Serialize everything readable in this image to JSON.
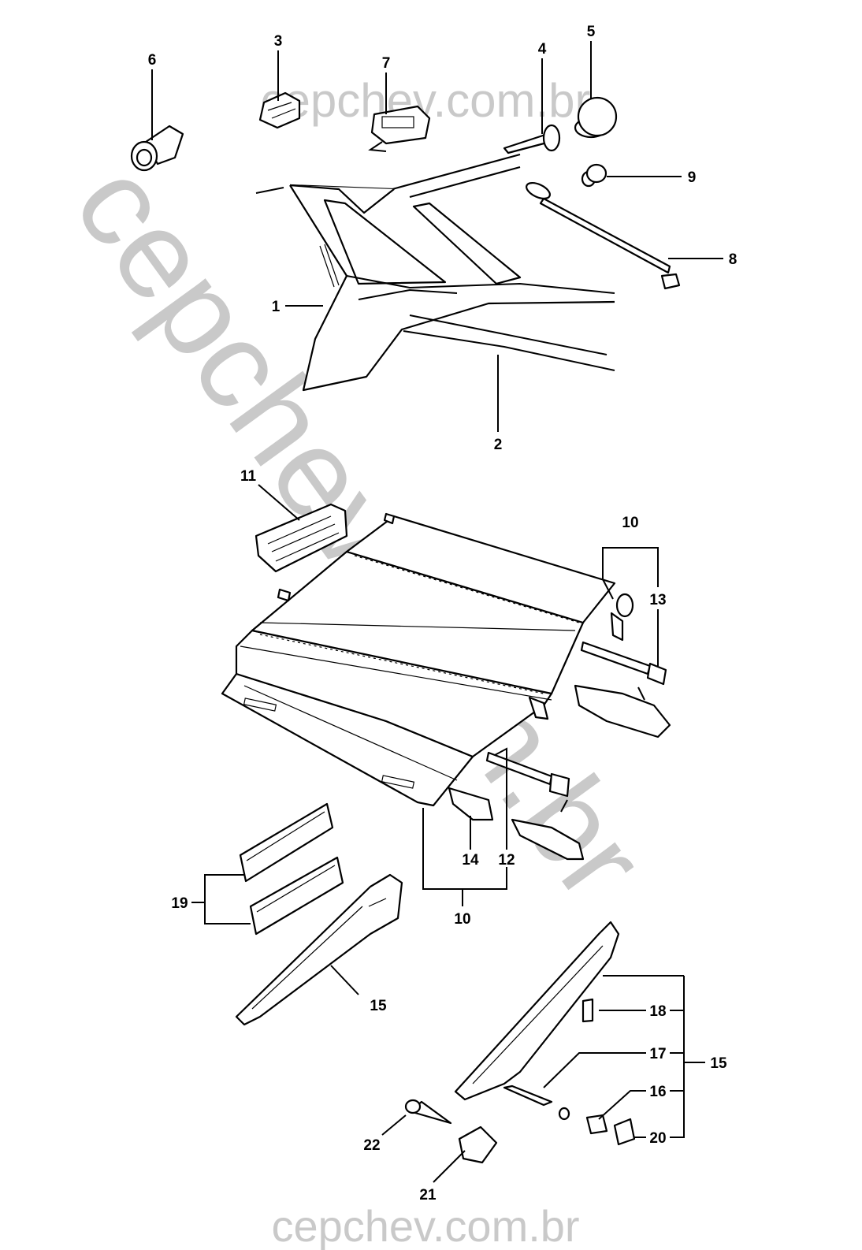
{
  "watermark": {
    "top": "cepchev.com.br",
    "diagonal": "cepchev.com.br",
    "bottom": "cepchev.com.br"
  },
  "callouts": [
    "6",
    "3",
    "7",
    "4",
    "5",
    "9",
    "8",
    "1",
    "2",
    "11",
    "10",
    "13",
    "14",
    "12",
    "10",
    "19",
    "15",
    "18",
    "17",
    "15",
    "16",
    "20",
    "22",
    "21"
  ]
}
